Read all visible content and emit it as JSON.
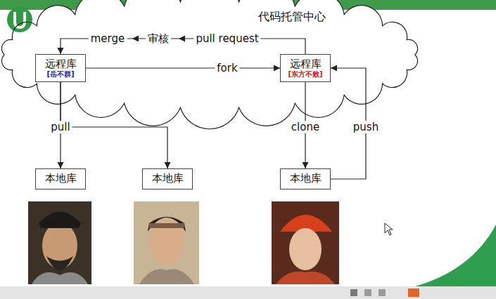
{
  "diagram": {
    "nodes": [
      {
        "text": [
          "代码托管中心"
        ]
      },
      {
        "text": [
          "远程库",
          "[岳不群]"
        ],
        "in": 0
      },
      {
        "text": [
          "远程库",
          "[东方不败]"
        ],
        "in": 0
      },
      {
        "text": [
          "本地库"
        ]
      },
      {
        "text": [
          "本地库"
        ]
      },
      {
        "text": [
          "本地库"
        ]
      }
    ],
    "edges": [
      {
        "from": 1,
        "to": 2,
        "label": "fork",
        "arrow": "to"
      },
      {
        "from": 2,
        "to": 1,
        "label": "pull request",
        "arrow": "to"
      },
      {
        "from": 1,
        "to": 3,
        "label": "pull",
        "arrow": "to"
      },
      {
        "from": 1,
        "to": 4,
        "arrow": "to"
      },
      {
        "from": 2,
        "to": 5,
        "label": "clone",
        "arrow": "to"
      },
      {
        "from": 5,
        "to": 2,
        "label": "push",
        "arrow": "to"
      }
    ],
    "labels": [
      "审核",
      "merge"
    ]
  }
}
